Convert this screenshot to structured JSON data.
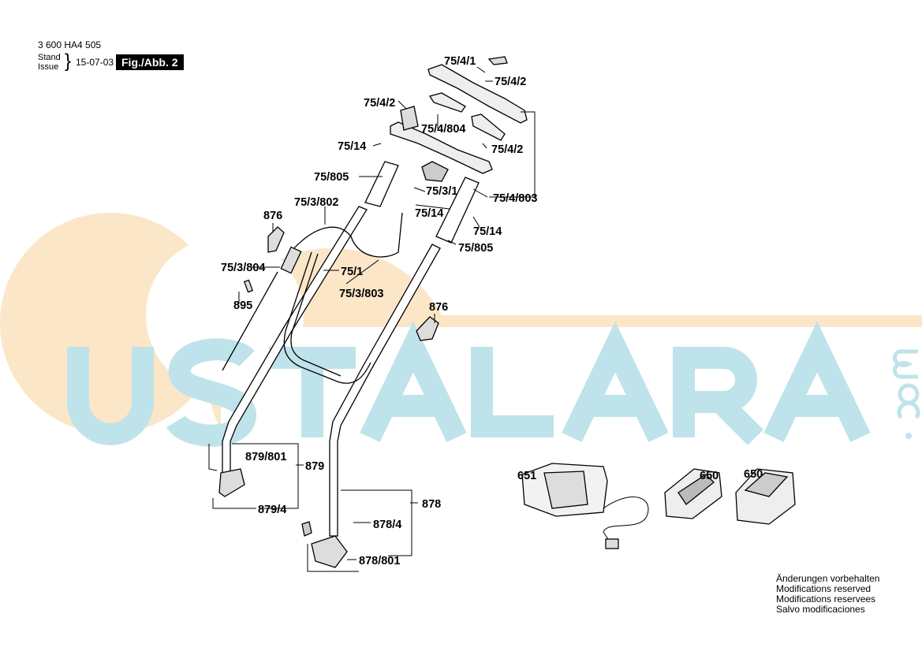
{
  "header": {
    "doc_number": "3 600 HA4 505",
    "stand_label": "Stand",
    "issue_label": "Issue",
    "date": "15-07-03",
    "figure": "Fig./Abb. 2"
  },
  "watermark": {
    "text": "USTALARA",
    "suffix": ".com"
  },
  "parts": {
    "p75_4_1": "75/4/1",
    "p75_4_2_a": "75/4/2",
    "p75_4_2_b": "75/4/2",
    "p75_4_804": "75/4/804",
    "p75_4_2_c": "75/4/2",
    "p75_14_a": "75/14",
    "p75_805_a": "75/805",
    "p75_3_1": "75/3/1",
    "p75_4_803": "75/4/803",
    "p75_3_802": "75/3/802",
    "p75_14_b": "75/14",
    "p876_a": "876",
    "p75_14_c": "75/14",
    "p75_805_b": "75/805",
    "p75_3_804": "75/3/804",
    "p75_1": "75/1",
    "p75_3_803": "75/3/803",
    "p895": "895",
    "p876_b": "876",
    "p879_801": "879/801",
    "p879": "879",
    "p651": "651",
    "p650_a": "650",
    "p650_b": "650",
    "p878": "878",
    "p879_4": "879/4",
    "p878_4": "878/4",
    "p878_801": "878/801"
  },
  "notes": [
    "Änderungen vorbehalten",
    "Modifications reserved",
    "Modifications reservees",
    "Salvo modificaciones"
  ],
  "colors": {
    "watermark_orange": "#fbe3c2",
    "watermark_blue": "#bfe3ea"
  }
}
